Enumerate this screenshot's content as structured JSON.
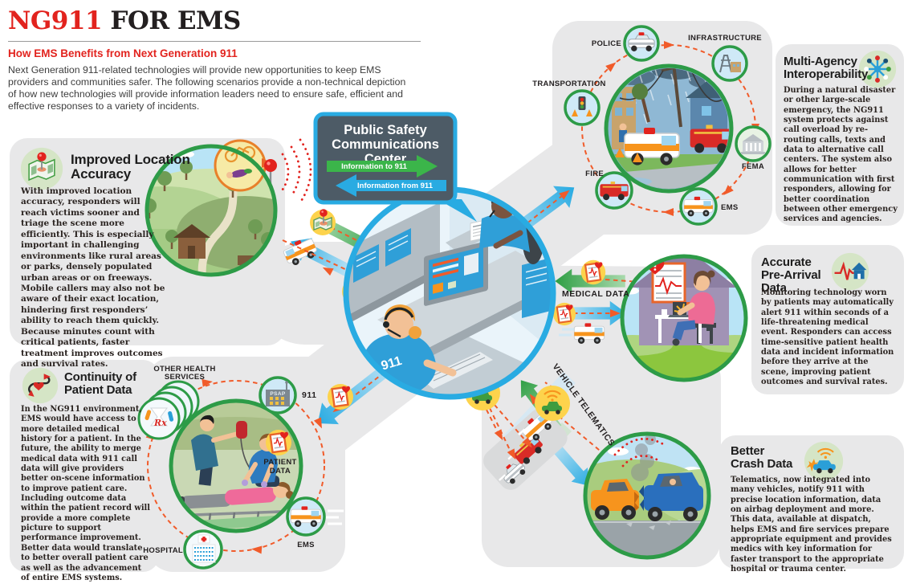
{
  "header": {
    "title_red": "NG911",
    "title_rest": " FOR EMS",
    "subtitle": "How EMS Benefits from Next Generation 911",
    "intro": "Next Generation 911-related technologies will provide new opportunities to keep EMS providers and communities safer.  The following scenarios provide a non-technical depiction of how new technologies will provide information leaders need to ensure safe, efficient and effective responses to a variety of incidents."
  },
  "center_box": {
    "line1": "Public Safety",
    "line2": "Communications",
    "line3": "Center",
    "to_911": "Information to 911",
    "from_911": "Information from 911"
  },
  "hub": {
    "shirt_label": "911"
  },
  "sections": {
    "improved_location": {
      "title": "Improved Location Accuracy",
      "body": "With improved location accuracy, responders will reach victims sooner and triage the scene more efficiently. This is especially important in challenging environments like rural areas or parks, densely populated urban areas or on freeways. Mobile callers may also not be aware of their exact location, hindering first responders’ ability to reach them quickly. Because minutes count with critical patients, faster treatment improves outcomes and survival rates."
    },
    "continuity_of_patient_data": {
      "title": "Continuity of Patient Data",
      "body": "In the NG911 environment, EMS would have access to more detailed medical history for a patient. In the future, the ability to merge medical data with 911 call data will give providers better on-scene information to improve patient care. Including outcome data within the patient record will provide a more complete picture to support performance improvement. Better data would translate to better overall patient care as well as the advancement of entire EMS systems."
    },
    "multi_agency": {
      "title": "Multi-Agency Interoperability",
      "body": "During a natural disaster or other large-scale emergency, the NG911 system protects against call overload by re-routing calls, texts and data to alternative call centers. The system also allows for better communication with first responders, allowing for better coordination between other emergency services and agencies."
    },
    "pre_arrival": {
      "title": "Accurate Pre-Arrival Data",
      "body": "Monitoring technology worn by patients may automatically alert 911 within seconds of a life-threatening medical event. Responders can access time-sensitive patient health data and incident information before they arrive at the scene, improving patient outcomes and survival rates."
    },
    "better_crash": {
      "title": "Better Crash Data",
      "body": "Telematics, now integrated into many vehicles, notify 911 with precise location information, data on airbag deployment and more. This data, available at dispatch, helps EMS and fire services prepare appropriate equipment and provides medics with key information for faster transport to the appropriate hospital or trauma center."
    }
  },
  "disaster_scene": {
    "police": "POLICE",
    "infrastructure": "INFRASTRUCTURE",
    "transportation": "TRANSPORTATION",
    "fire": "FIRE",
    "fema": "FEMA",
    "ems": "EMS"
  },
  "flows": {
    "medical_data": "MEDICAL DATA",
    "vehicle_telematics": "VEHICLE TELEMATICS"
  },
  "patient_scene": {
    "other_health_line1": "OTHER HEALTH",
    "other_health_line2": "SERVICES",
    "psap": "PSAP",
    "psap_code": "911",
    "patient_data_line1": "PATIENT",
    "patient_data_line2": "DATA",
    "hospital": "HOSPITAL",
    "ems": "EMS",
    "rx": "Rx"
  },
  "colors": {
    "red": "#e2231e",
    "green": "#2d9b47",
    "blue": "#29abe2",
    "orange": "#f15b2a",
    "slate": "#4d5b66",
    "panel": "#e8e8e9",
    "yellow": "#fdd34c"
  }
}
